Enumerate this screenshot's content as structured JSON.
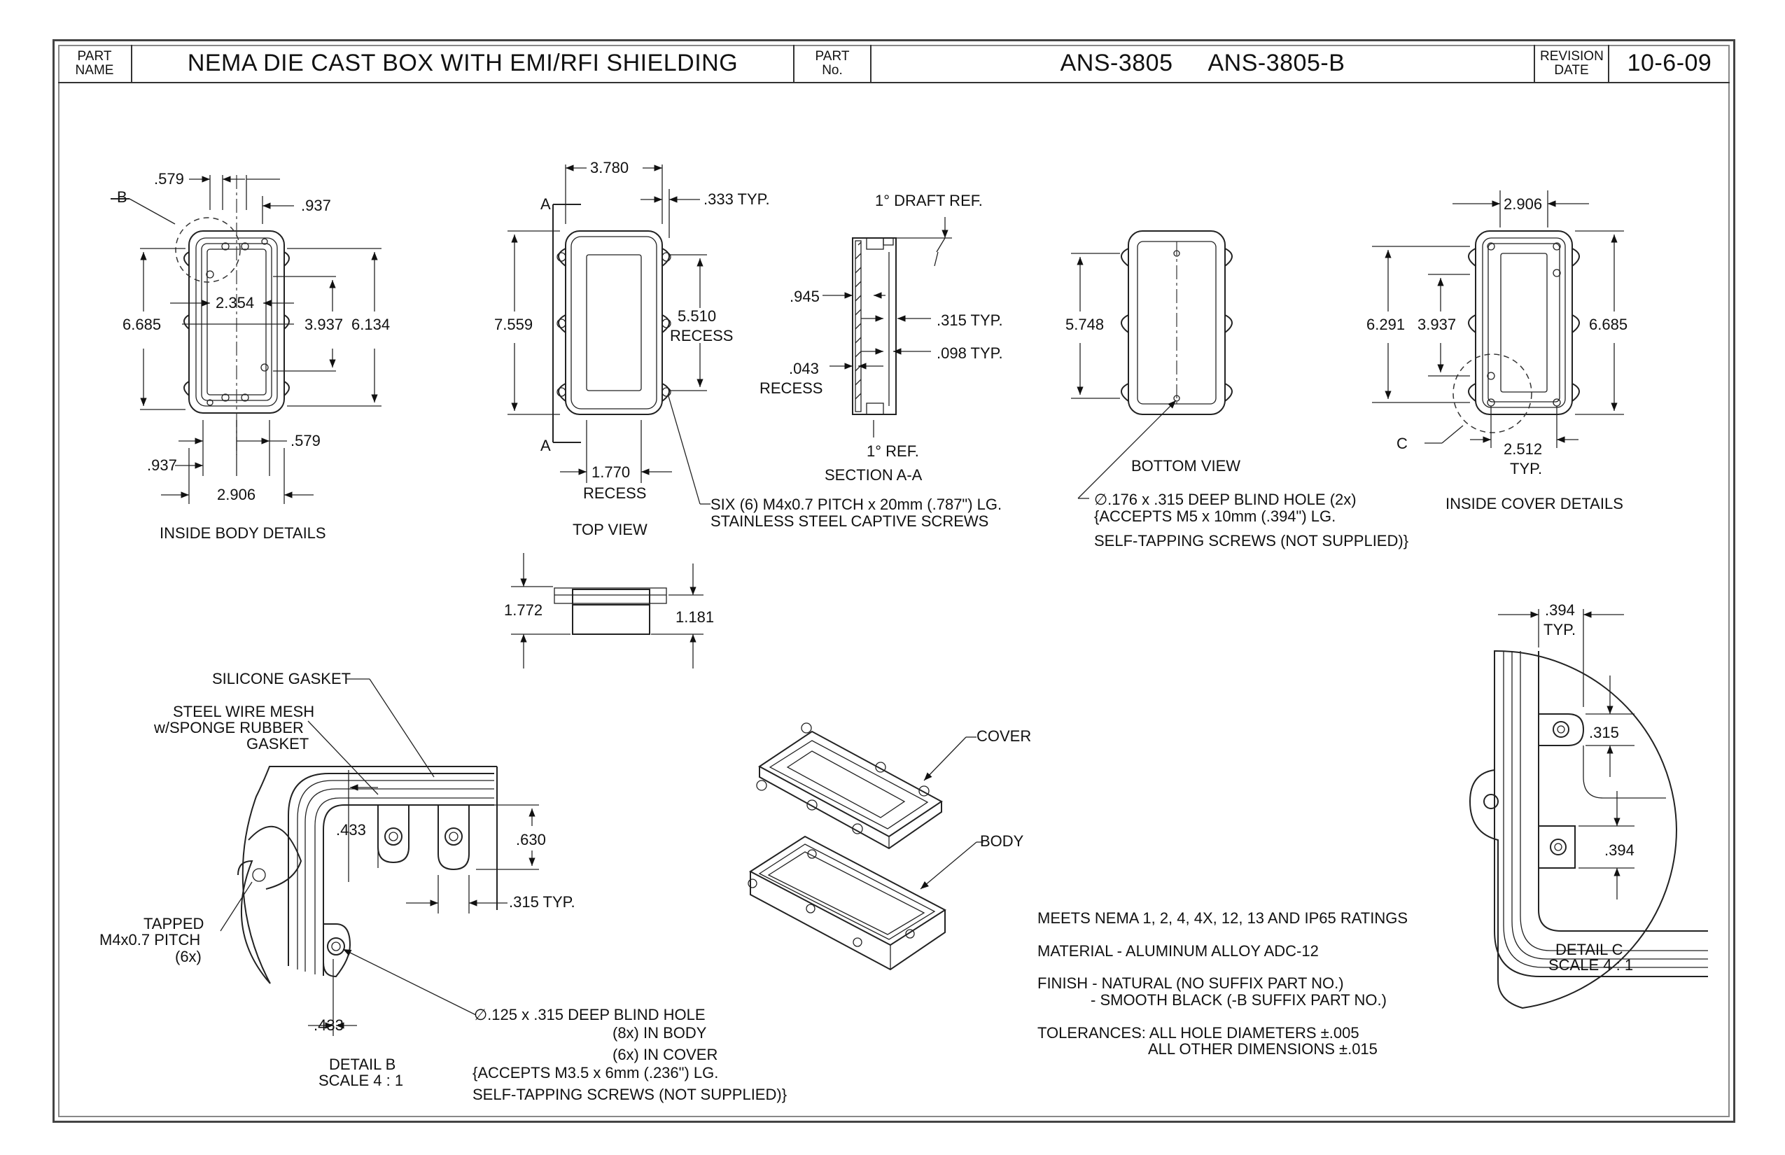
{
  "title_block": {
    "part_name_label": "PART NAME",
    "part_name": "NEMA DIE CAST BOX WITH EMI/RFI SHIELDING",
    "part_no_label": "PART No.",
    "part_no_1": "ANS-3805",
    "part_no_2": "ANS-3805-B",
    "revision_label": "REVISION DATE",
    "revision_date": "10-6-09"
  },
  "inside_body": {
    "caption": "INSIDE BODY DETAILS",
    "detail_ref": "B",
    "dims": {
      "d579_top": ".579",
      "d937_top": ".937",
      "d2354": "2.354",
      "d6685": "6.685",
      "d3937": "3.937",
      "d6134": "6.134",
      "d579_bot": ".579",
      "d937_bot": ".937",
      "d2906": "2.906"
    }
  },
  "top_view": {
    "caption": "TOP VIEW",
    "section_mark": "A",
    "dims": {
      "d3780": "3.780",
      "d333": ".333 TYP.",
      "d7559": "7.559",
      "d5510": "5.510",
      "recess": "RECESS",
      "d1770": "1.770",
      "recess2": "RECESS"
    },
    "note_1": "SIX (6) M4x0.7 PITCH x 20mm (.787\") LG.",
    "note_2": "STAINLESS STEEL CAPTIVE SCREWS"
  },
  "section_aa": {
    "caption": "SECTION A-A",
    "draft": "1° DRAFT REF.",
    "d945": ".945",
    "d315": ".315 TYP.",
    "d098": ".098 TYP.",
    "d043": ".043",
    "recess": "RECESS",
    "ref": "1° REF."
  },
  "side_view": {
    "d1772": "1.772",
    "d1181": "1.181"
  },
  "bottom_view": {
    "caption": "BOTTOM VIEW",
    "d5748": "5.748",
    "note_1": "∅.176 x .315 DEEP BLIND HOLE (2x)",
    "note_2": "{ACCEPTS M5 x 10mm (.394\") LG.",
    "note_3": "SELF-TAPPING SCREWS (NOT SUPPLIED)}"
  },
  "inside_cover": {
    "caption": "INSIDE COVER DETAILS",
    "detail_ref": "C",
    "d2906": "2.906",
    "d6291": "6.291",
    "d3937": "3.937",
    "d6685": "6.685",
    "d2512": "2.512",
    "typ": "TYP."
  },
  "detail_b": {
    "caption_1": "DETAIL B",
    "caption_2": "SCALE 4 : 1",
    "gasket": "SILICONE GASKET",
    "mesh_1": "STEEL WIRE MESH",
    "mesh_2": "w/SPONGE RUBBER",
    "mesh_3": "GASKET",
    "d433_a": ".433",
    "d630": ".630",
    "d315": ".315 TYP.",
    "tapped_1": "TAPPED",
    "tapped_2": "M4x0.7 PITCH",
    "tapped_3": "(6x)",
    "d433_b": ".433",
    "hole_1": "∅.125 x .315 DEEP BLIND HOLE",
    "hole_2": "(8x) IN BODY",
    "hole_3": "(6x) IN COVER",
    "hole_4": "{ACCEPTS M3.5 x 6mm (.236\") LG.",
    "hole_5": "SELF-TAPPING SCREWS (NOT SUPPLIED)}"
  },
  "iso": {
    "cover": "COVER",
    "body": "BODY"
  },
  "notes": {
    "n1": "MEETS NEMA 1, 2, 4, 4X, 12, 13 AND IP65 RATINGS",
    "n2": "MATERIAL - ALUMINUM ALLOY ADC-12",
    "n3a": "FINISH - NATURAL (NO SUFFIX PART NO.)",
    "n3b": "- SMOOTH BLACK (-B SUFFIX PART NO.)",
    "n4a": "TOLERANCES: ALL HOLE DIAMETERS ±.005",
    "n4b": "ALL OTHER DIMENSIONS ±.015"
  },
  "detail_c": {
    "caption_1": "DETAIL C",
    "caption_2": "SCALE 4 : 1",
    "d394_top": ".394",
    "typ": "TYP.",
    "d315": ".315",
    "d394": ".394"
  }
}
